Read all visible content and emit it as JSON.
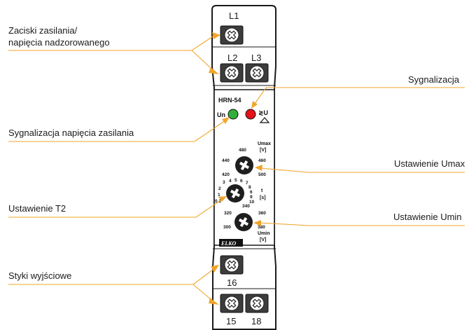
{
  "callouts": {
    "power_terminals_line1": "Zaciski zasilania/",
    "power_terminals_line2": "napięcia nadzorowanego",
    "signaling": "Sygnalizacja",
    "supply_signaling": "Sygnalizacja napięcia zasilania",
    "set_umax": "Ustawienie Umax",
    "set_t2": "Ustawienie T2",
    "set_umin": "Ustawienie Umin",
    "output_contacts": "Styki wyjściowe"
  },
  "terminals": {
    "l1": "L1",
    "l2": "L2",
    "l3": "L3",
    "t16": "16",
    "t15": "15",
    "t18": "18"
  },
  "panel": {
    "model": "HRN-54",
    "un": "Un",
    "u_symbol": "≷U",
    "brand": "ELKO",
    "umax_title": "Umax",
    "umax_unit": "[V]",
    "t_title": "t",
    "t_unit": "[s]",
    "umin_title": "Umin",
    "umin_unit": "[V]"
  },
  "dial_umax": {
    "ticks": [
      "480",
      "440",
      "460",
      "420",
      "500"
    ]
  },
  "dial_t": {
    "ticks": [
      "3",
      "4",
      "5",
      "6",
      "7",
      "8",
      "2",
      "1",
      "0.1",
      "6",
      "9",
      "10"
    ]
  },
  "dial_umin": {
    "ticks": [
      "320",
      "340",
      "360",
      "300",
      "380"
    ]
  },
  "colors": {
    "leader": "#f0a52a",
    "led_green": "#2fae3c",
    "led_red": "#e3121b",
    "screw_fill": "#4a4a4a",
    "knob": "#1e1e1e"
  }
}
